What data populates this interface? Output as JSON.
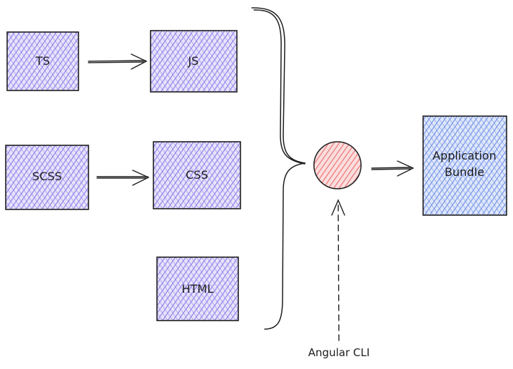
{
  "colors": {
    "source_box_fill": "#a89cf0",
    "bundle_fill": "#8aa6ec",
    "cli_circle_fill": "#f08a8a",
    "stroke": "#1e1e1e",
    "background": "#ffffff"
  },
  "nodes": {
    "ts": "TS",
    "js": "JS",
    "scss": "SCSS",
    "css": "CSS",
    "html": "HTML",
    "bundle_line1": "Application",
    "bundle_line2": "Bundle"
  },
  "labels": {
    "angular_cli": "Angular CLI"
  }
}
